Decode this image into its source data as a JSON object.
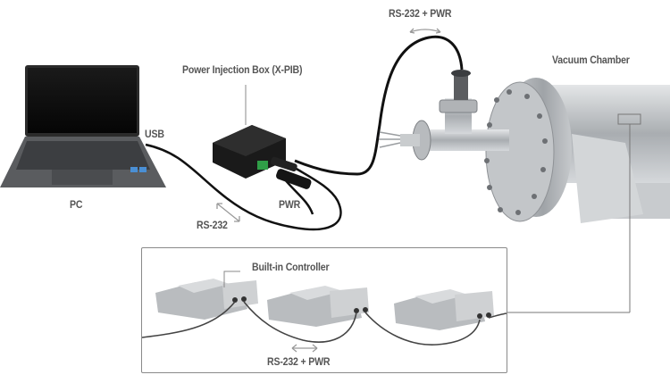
{
  "labels": {
    "top_cable": "RS-232 + PWR",
    "pib": "Power Injection Box (X-PIB)",
    "vacuum": "Vacuum Chamber",
    "usb": "USB",
    "pc": "PC",
    "pwr": "PWR",
    "rs232": "RS-232",
    "builtin": "Built-in Controller",
    "inset_cable": "RS-232 + PWR"
  },
  "colors": {
    "label": "#555555",
    "cable": "#111111",
    "metal": "#b5b8bb",
    "inset_border": "#8a8a8a"
  }
}
